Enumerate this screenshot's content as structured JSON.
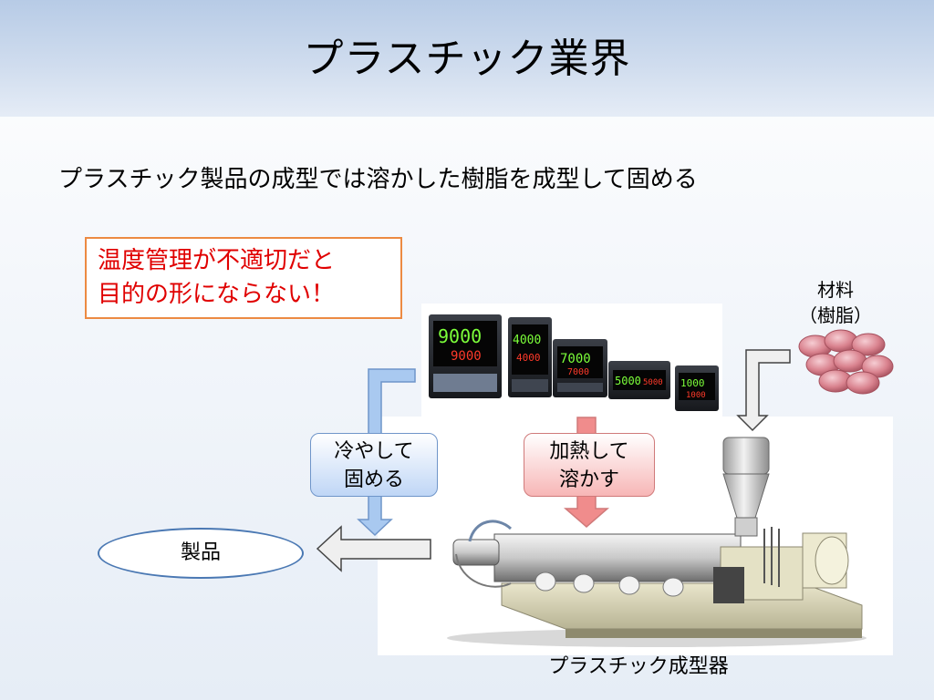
{
  "slide": {
    "title": "プラスチック業界",
    "subtitle": "プラスチック製品の成型では溶かした樹脂を成型して固める",
    "warning": {
      "line1": "温度管理が不適切だと",
      "line2": "目的の形にならない！"
    },
    "material": {
      "line1": "材料",
      "line2": "（樹脂）"
    },
    "cool_box": {
      "line1": "冷やして",
      "line2": "固める"
    },
    "heat_box": {
      "line1": "加熱して",
      "line2": "溶かす"
    },
    "product": "製品",
    "machine_caption": "プラスチック成型器"
  },
  "controllers": [
    {
      "pv": "9000",
      "sv": "9000"
    },
    {
      "pv": "4000",
      "sv": "4000"
    },
    {
      "pv": "7000",
      "sv": "7000"
    },
    {
      "pv": "5000",
      "sv": "5000"
    },
    {
      "pv": "1000",
      "sv": "1000"
    }
  ],
  "colors": {
    "header_band": "#b7cbe6",
    "warning_text": "#e00000",
    "warning_border": "#ec8a42",
    "cool_arrow": "#9ec2ee",
    "heat_arrow": "#f08c8c",
    "product_outline": "#4a78b3",
    "resin_pellet": "#d9828e",
    "display_green": "#7cff3a",
    "display_red": "#ff3a2a"
  },
  "icons": [
    "temperature-controller-icon",
    "resin-pellets-icon",
    "injection-molding-machine-icon"
  ]
}
